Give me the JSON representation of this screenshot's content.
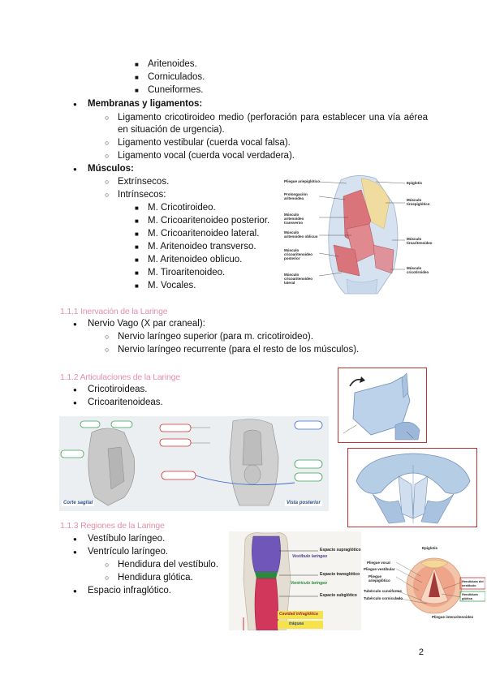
{
  "cartilagos_menores": [
    "Aritenoides.",
    "Corniculados.",
    "Cuneiformes."
  ],
  "membranas": {
    "title": "Membranas y ligamentos:",
    "items": [
      "Ligamento cricotiroideo medio (perforación para establecer una vía aérea en situación de urgencia).",
      "Ligamento vestibular (cuerda vocal falsa).",
      "Ligamento vocal (cuerda vocal verdadera)."
    ]
  },
  "musculos": {
    "title": "Músculos:",
    "items": [
      "Extrínsecos.",
      "Intrínsecos:"
    ],
    "intrinsecos": [
      "M. Cricotiroideo.",
      "M. Cricoaritenoideo posterior.",
      "M. Cricoaritenoideo lateral.",
      "M. Aritenoideo transverso.",
      "M. Aritenoideo oblicuo.",
      "M. Tiroaritenoideo.",
      "M. Vocales."
    ]
  },
  "fig_musculos": {
    "labels_left": [
      "Pliegue ariepiglótico",
      "Prolongación aritenoidea",
      "Músculo aritenoideo transverso",
      "Músculo aritenoideo oblicuo",
      "Músculo cricoaritenoideo posterior",
      "Músculo cricoaritenoideo lateral"
    ],
    "labels_right": [
      "Epiglotis",
      "Músculo tiroepiglótico",
      "Músculo tiroaritenoideo",
      "Músculo cricotiroideo"
    ]
  },
  "inervacion": {
    "heading": "1.1.1 Inervación de la Laringe",
    "nerve": "Nervio Vago (X par craneal):",
    "branches": [
      "Nervio laríngeo superior (para m. cricotiroideo).",
      "Nervio laríngeo recurrente (para el resto de los músculos)."
    ]
  },
  "articulaciones": {
    "heading": "1.1.2 Articulaciones de la Laringe",
    "items": [
      "Cricotiroideas.",
      "Cricoaritenoideas."
    ]
  },
  "fig_cortes": {
    "left_caption": "Corte sagital",
    "right_caption": "Vista posterior"
  },
  "regiones": {
    "heading": "1.1.3 Regiones de la Laringe",
    "items": [
      "Vestíbulo laríngeo.",
      "Ventrículo laríngeo."
    ],
    "sub": [
      "Hendidura del vestíbulo.",
      "Hendidura glótica."
    ],
    "last": "Espacio infraglótico."
  },
  "fig_regiones": {
    "labels": [
      "Espacio supraglótico",
      "Vestíbulo laríngeo",
      "Espacio transglótico",
      "Ventrículo laríngeo",
      "Espacio subglótico",
      "Cavidad infraglótica",
      "tráquea"
    ]
  },
  "fig_glotis": {
    "labels_left": [
      "Pliegue vocal",
      "Pliegue vestibular",
      "Pliegue ariepiglótico",
      "Tubérculo cuneiforme",
      "Tubérculo corniculado"
    ],
    "labels_right": [
      "Epiglotis",
      "Hendidura del vestíbulo",
      "Hendidura glótica",
      "Pliegue interaritenoideo"
    ]
  },
  "page_number": "2",
  "colors": {
    "heading": "#e58fa6",
    "muscle": "#d9747a",
    "cartilage": "#cfdcec"
  }
}
